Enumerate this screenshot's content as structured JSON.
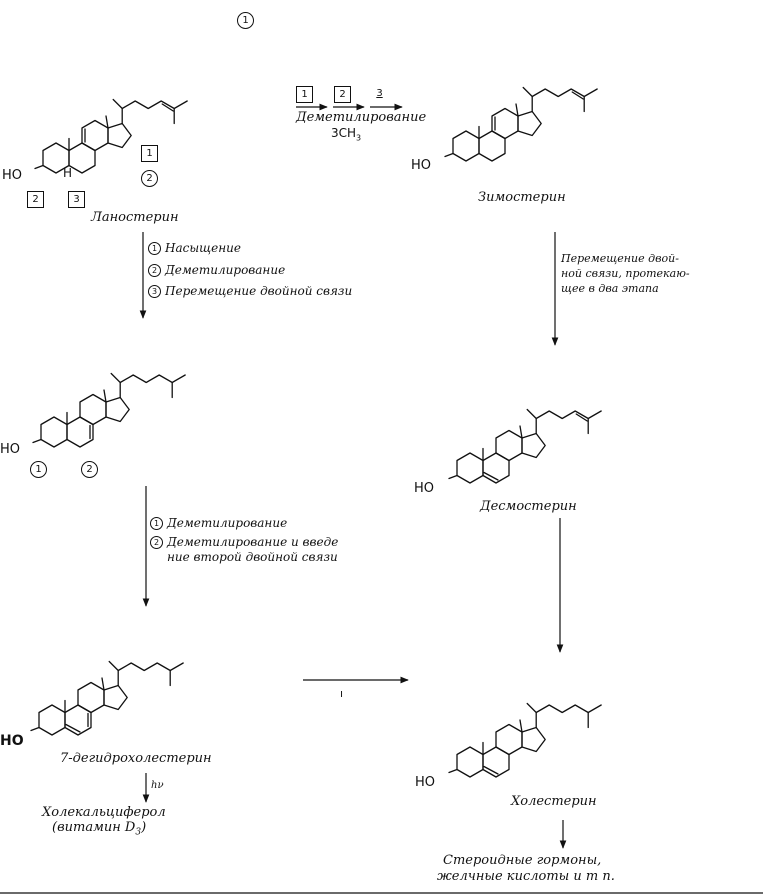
{
  "molecules": {
    "lanosterol": {
      "name": "Ланостерин",
      "ho": "HO",
      "h": "H"
    },
    "zymosterol": {
      "name": "Зимостерин",
      "ho": "HO"
    },
    "intermediate": {
      "ho": "HO"
    },
    "desmosterol": {
      "name": "Десмостерин",
      "ho": "HO"
    },
    "dehydrocholesterol": {
      "name": "7-дегидрохолестерин",
      "ho": "HO"
    },
    "cholesterol": {
      "name": "Холестерин",
      "ho": "HO"
    }
  },
  "markers": {
    "circle_1": "1",
    "circle_2": "2",
    "box_1": "1",
    "box_2": "2",
    "box_3": "3"
  },
  "steps": {
    "lanosterol_to_zymosterol": {
      "boxes": [
        "1",
        "2",
        "3"
      ],
      "line1": "Деметилирование",
      "line2": "3CH",
      "line2_sub": "3"
    },
    "lanosterol_to_intermediate": {
      "items": [
        {
          "num": "1",
          "text": "Насыщение"
        },
        {
          "num": "2",
          "text": "Деметилирование"
        },
        {
          "num": "3",
          "text": "Перемещение двойной связи"
        }
      ]
    },
    "zymosterol_to_desmosterol": {
      "lines": [
        "Перемещение двой-",
        "ной связи, протекаю-",
        "щее в два этапа"
      ]
    },
    "intermediate_to_dehydrocholesterol": {
      "items": [
        {
          "num": "1",
          "text": "Деметилирование"
        },
        {
          "num": "2",
          "text": "Деметилирование и введе",
          "text2": "ние второй двойной связи"
        }
      ]
    },
    "dehydrocholesterol_to_cholesterol": {
      "label": "ı"
    },
    "dehydrocholesterol_to_vitamin": {
      "label": "hν"
    }
  },
  "products": {
    "vitamin_line1": "Холекальциферол",
    "vitamin_line2": "(витамин D",
    "vitamin_sub": "3",
    "vitamin_close": ")",
    "final_line1": "Стероидные гормоны,",
    "final_line2": "желчные кислоты и т п."
  }
}
